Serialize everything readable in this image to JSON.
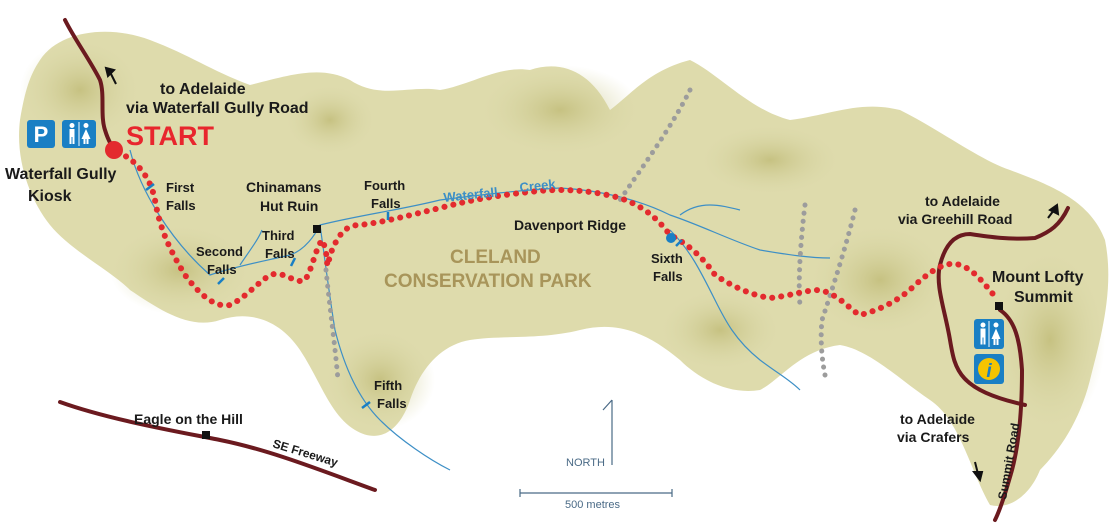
{
  "park_name": [
    "CLELAND",
    "CONSERVATION PARK"
  ],
  "start_label": "START",
  "labels": {
    "to_adelaide_top": [
      "to Adelaide",
      "via Waterfall Gully Road"
    ],
    "waterfall_gully_kiosk": [
      "Waterfall Gully",
      "Kiosk"
    ],
    "first_falls": [
      "First",
      "Falls"
    ],
    "second_falls": [
      "Second",
      "Falls"
    ],
    "third_falls": [
      "Third",
      "Falls"
    ],
    "chinamans_hut": [
      "Chinamans",
      "Hut Ruin"
    ],
    "fourth_falls": [
      "Fourth",
      "Falls"
    ],
    "waterfall_creek": [
      "Waterfall",
      "Creek"
    ],
    "davenport_ridge": "Davenport Ridge",
    "sixth_falls": [
      "Sixth",
      "Falls"
    ],
    "fifth_falls": [
      "Fifth",
      "Falls"
    ],
    "to_adelaide_greenhill": [
      "to Adelaide",
      "via Greehill Road"
    ],
    "mount_lofty": [
      "Mount Lofty",
      "Summit"
    ],
    "eagle_on_the_hill": "Eagle on the Hill",
    "se_freeway": "SE Freeway",
    "to_adelaide_crafers": [
      "to Adelaide",
      "via Crafers"
    ],
    "summit_road": "Summit Road",
    "north": "NORTH",
    "scale": "500 metres"
  },
  "icons": {
    "parking": "P",
    "toilets": "toilets-icon",
    "info": "i"
  },
  "colors": {
    "park_fill": "#d9d7a8",
    "trail": "#e32a2e",
    "road": "#6b1a1f",
    "creek": "#3d8fc6",
    "fire_track": "#9c9c9c",
    "icon_bg": "#1a7fc4"
  }
}
